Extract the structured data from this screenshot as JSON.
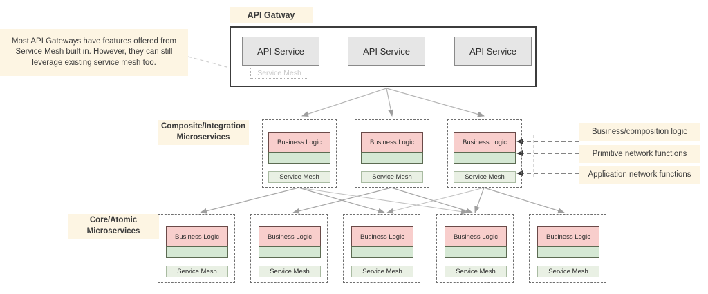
{
  "diagram": {
    "title_label": "API Gatway",
    "callout": "Most API Gateways have features offered from Service Mesh built in. However, they can still leverage existing service mesh too.",
    "tier_labels": {
      "composite": "Composite/Integration\nMicroservices",
      "composite_line1": "Composite/Integration",
      "composite_line2": "Microservices",
      "core_line1": "Core/Atomic",
      "core_line2": "Microservices"
    },
    "gateway": {
      "services": [
        {
          "label": "API Service"
        },
        {
          "label": "API Service"
        },
        {
          "label": "API Service"
        }
      ],
      "mesh_label": "Service Mesh"
    },
    "composite_services": [
      {
        "business_logic": "Business Logic",
        "mesh": "Service Mesh"
      },
      {
        "business_logic": "Business Logic",
        "mesh": "Service Mesh"
      },
      {
        "business_logic": "Business Logic",
        "mesh": "Service Mesh"
      }
    ],
    "core_services": [
      {
        "business_logic": "Business Logic",
        "mesh": "Service Mesh"
      },
      {
        "business_logic": "Business Logic",
        "mesh": "Service Mesh"
      },
      {
        "business_logic": "Business Logic",
        "mesh": "Service Mesh"
      },
      {
        "business_logic": "Business Logic",
        "mesh": "Service Mesh"
      },
      {
        "business_logic": "Business Logic",
        "mesh": "Service Mesh"
      }
    ],
    "legend": [
      {
        "label": "Business/composition logic"
      },
      {
        "label": "Primitive network functions"
      },
      {
        "label": "Application network functions"
      }
    ],
    "colors": {
      "callout_bg": "#fdf5e3",
      "business_logic": "#f8cecc",
      "network_strip": "#d5e8d4",
      "service_mesh": "#e9f0e4",
      "api_service": "#e6e6e6",
      "gateway_border": "#3c3c3c",
      "arrow": "#9e9e9e"
    }
  }
}
